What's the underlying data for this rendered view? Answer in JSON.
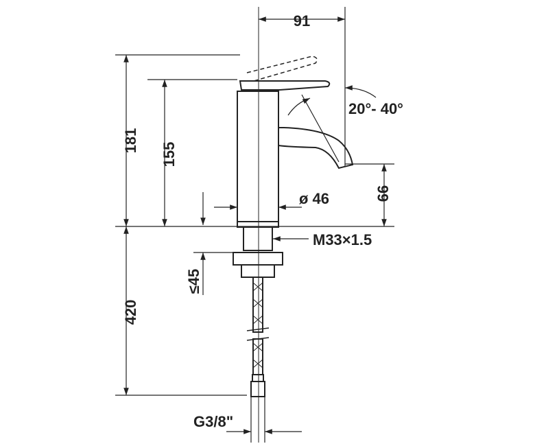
{
  "colors": {
    "line": "#222222",
    "background": "#ffffff"
  },
  "dimensions": {
    "width_91": "91",
    "angle": "20°- 40°",
    "height_181": "181",
    "height_155": "155",
    "diameter": "ø 46",
    "height_66": "66",
    "thread": "M33×1.5",
    "max_45": "≤45",
    "hose_420": "420",
    "connector": "G3/8\""
  }
}
